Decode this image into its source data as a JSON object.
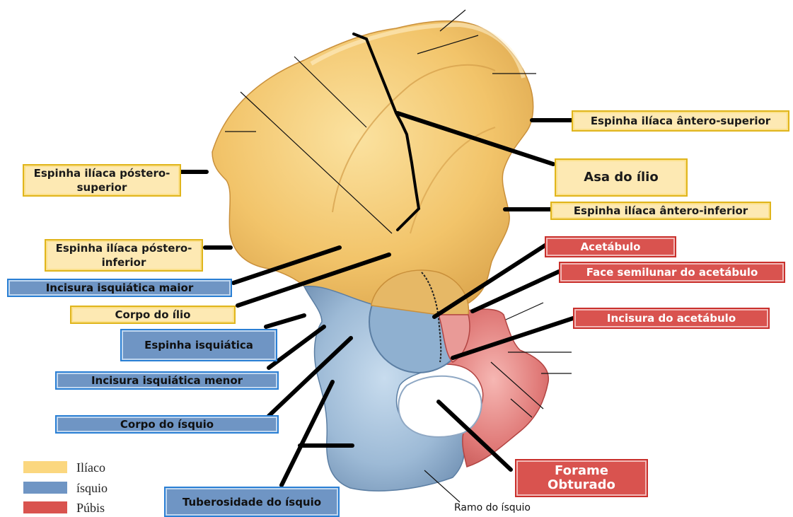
{
  "labels": {
    "espinha_antero_superior": "Espinha ilíaca ântero-superior",
    "asa_do_ilio": "Asa do ílio",
    "espinha_antero_inferior": "Espinha ilíaca ântero-inferior",
    "espinha_postero_superior": "Espinha ilíaca póstero-superior",
    "espinha_postero_inferior": "Espinha ilíaca póstero-inferior",
    "incisura_isquiatica_maior": "Incisura isquiática maior",
    "corpo_do_ilio": "Corpo do ílio",
    "espinha_isquiatica": "Espinha isquiática",
    "incisura_isquiatica_menor": "Incisura isquiática menor",
    "corpo_do_isquio": "Corpo do ísquio",
    "tuberosidade_do_isquio": "Tuberosidade do ísquio",
    "acetabulo": "Acetábulo",
    "face_semilunar": "Face semilunar do acetábulo",
    "incisura_do_acetabulo": "Incisura do acetábulo",
    "forame_obturado": "Forame Obturado",
    "ramo_do_isquio": "Ramo do ísquio"
  },
  "legend": [
    {
      "name": "Ilíaco",
      "color": "#fbd77f"
    },
    {
      "name": "ísquio",
      "color": "#6f95c4"
    },
    {
      "name": "Púbis",
      "color": "#d9534f"
    }
  ],
  "colors": {
    "ilio_bone": "#f2c46a",
    "isquio_bone": "#9dbad6",
    "pubis_bone": "#e07a78"
  }
}
